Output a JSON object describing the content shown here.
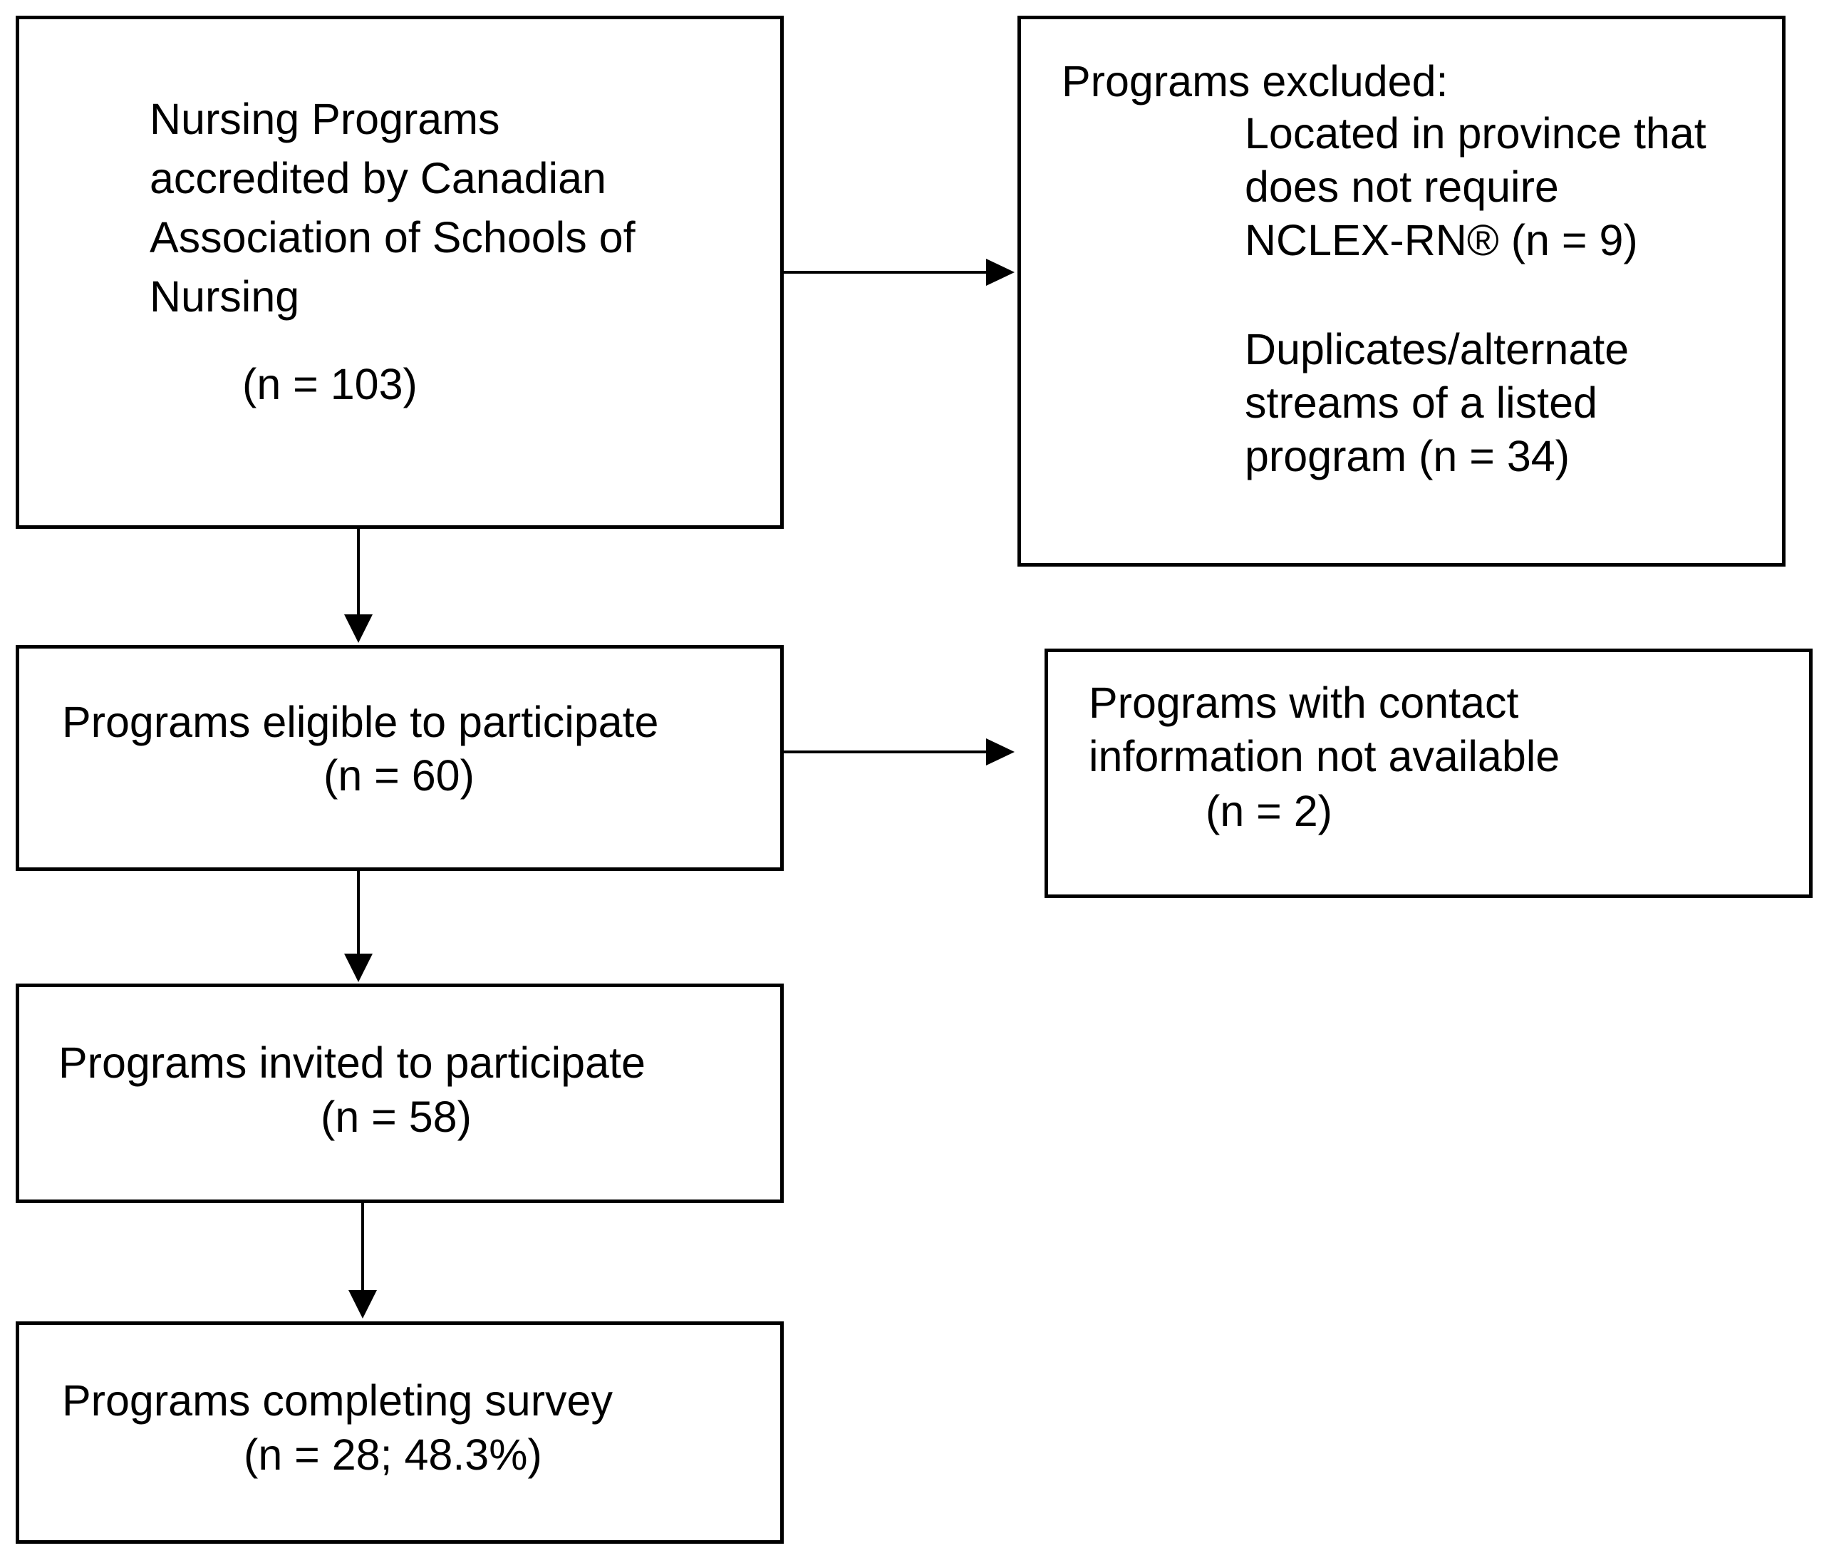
{
  "flowchart": {
    "accredited": {
      "lines": [
        "Nursing Programs",
        "accredited by Canadian",
        "Association of Schools of",
        "Nursing"
      ],
      "count": "(n = 103)"
    },
    "excluded": {
      "heading": "Programs excluded:",
      "reason1_lines": [
        "Located in province that",
        "does not require",
        "NCLEX-RN® (n = 9)"
      ],
      "reason2_lines": [
        "Duplicates/alternate",
        "streams of a listed",
        "program (n = 34)"
      ]
    },
    "eligible": {
      "label": "Programs eligible to participate",
      "count": "(n = 60)"
    },
    "no_contact": {
      "lines": [
        "Programs with contact",
        "information not available"
      ],
      "count": "(n = 2)"
    },
    "invited": {
      "label": "Programs invited to participate",
      "count": "(n = 58)"
    },
    "completed": {
      "label": "Programs completing survey",
      "count": "(n = 28; 48.3%)"
    }
  }
}
